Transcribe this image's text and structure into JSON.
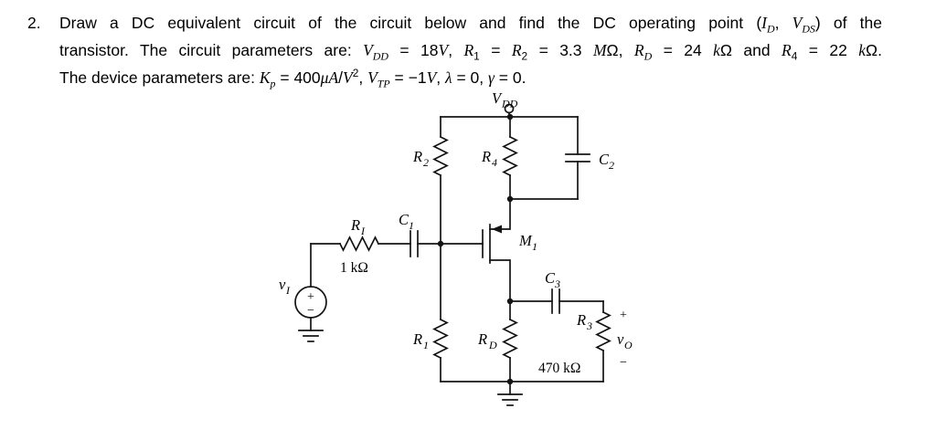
{
  "problem": {
    "number": "2.",
    "lines": [
      [
        {
          "t": "Draw a DC equivalent circuit of the circuit below and find the DC operating point ("
        },
        {
          "t": "I",
          "i": true
        },
        {
          "t": "D",
          "i": true,
          "sub": true
        },
        {
          "t": ", "
        },
        {
          "t": "V",
          "i": true
        },
        {
          "t": "DS",
          "i": true,
          "sub": true
        },
        {
          "t": ") of the"
        }
      ],
      [
        {
          "t": "transistor. The circuit parameters are: "
        },
        {
          "t": "V",
          "i": true
        },
        {
          "t": "DD",
          "i": true,
          "sub": true
        },
        {
          "t": " = 18"
        },
        {
          "t": "V",
          "i": true
        },
        {
          "t": ", "
        },
        {
          "t": "R",
          "i": true
        },
        {
          "t": "1",
          "sub": true
        },
        {
          "t": " = "
        },
        {
          "t": "R",
          "i": true
        },
        {
          "t": "2",
          "sub": true
        },
        {
          "t": " = 3.3 "
        },
        {
          "t": "M",
          "i": true
        },
        {
          "t": "Ω"
        },
        {
          "t": ", "
        },
        {
          "t": "R",
          "i": true
        },
        {
          "t": "D",
          "i": true,
          "sub": true
        },
        {
          "t": " = 24 "
        },
        {
          "t": "k",
          "i": true
        },
        {
          "t": "Ω"
        },
        {
          "t": " and "
        },
        {
          "t": "R",
          "i": true
        },
        {
          "t": "4",
          "sub": true
        },
        {
          "t": " = 22 "
        },
        {
          "t": "k",
          "i": true
        },
        {
          "t": "Ω"
        },
        {
          "t": "."
        }
      ],
      [
        {
          "t": "The device parameters are: "
        },
        {
          "t": "K",
          "i": true
        },
        {
          "t": "p",
          "i": true,
          "sub": true
        },
        {
          "t": " = 400"
        },
        {
          "t": "μA",
          "i": true
        },
        {
          "t": "/"
        },
        {
          "t": "V",
          "i": true
        },
        {
          "t": "2",
          "sup": true
        },
        {
          "t": ", "
        },
        {
          "t": "V",
          "i": true
        },
        {
          "t": "TP",
          "i": true,
          "sub": true
        },
        {
          "t": " = −1"
        },
        {
          "t": "V",
          "i": true
        },
        {
          "t": ", "
        },
        {
          "t": "λ",
          "i": true
        },
        {
          "t": " = 0, "
        },
        {
          "t": "γ",
          "i": true
        },
        {
          "t": " = 0."
        }
      ]
    ]
  },
  "circuit": {
    "labels": {
      "vdd": {
        "base": "V",
        "sub": "DD"
      },
      "r2": {
        "base": "R",
        "sub": "2"
      },
      "r4": {
        "base": "R",
        "sub": "4"
      },
      "c2": {
        "base": "C",
        "sub": "2"
      },
      "c1": {
        "base": "C",
        "sub": "1"
      },
      "ri": {
        "base": "R",
        "sub": "I"
      },
      "m1": {
        "base": "M",
        "sub": "1"
      },
      "c3": {
        "base": "C",
        "sub": "3"
      },
      "r3": {
        "base": "R",
        "sub": "3"
      },
      "r1": {
        "base": "R",
        "sub": "1"
      },
      "rd": {
        "base": "R",
        "sub": "D"
      },
      "vi": {
        "base": "v",
        "sub": "I"
      },
      "vo": {
        "base": "v",
        "sub": "O"
      }
    },
    "values": {
      "ri": "1 kΩ",
      "r3": "470 kΩ"
    },
    "signs": {
      "vi_plus": "+",
      "vi_minus": "−",
      "vo_plus": "+",
      "vo_minus": "−"
    }
  }
}
